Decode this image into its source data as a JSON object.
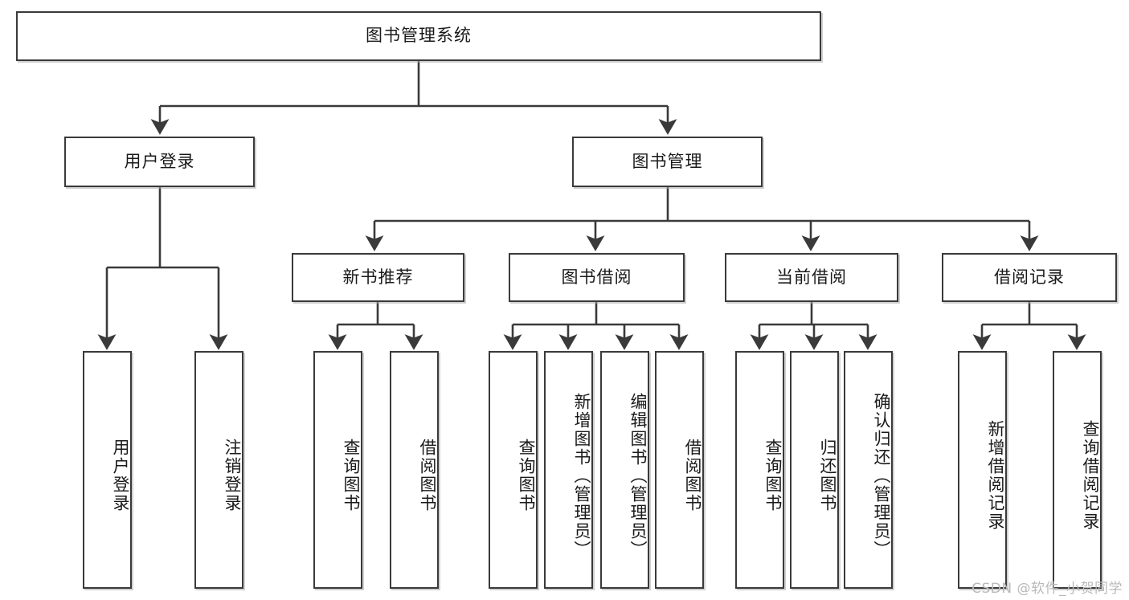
{
  "diagram": {
    "title": "图书管理系统",
    "type": "tree-hierarchy-chart",
    "root": {
      "label": "图书管理系统"
    },
    "level2": [
      {
        "id": "user-login",
        "label": "用户登录"
      },
      {
        "id": "book-management",
        "label": "图书管理"
      }
    ],
    "level3": [
      {
        "id": "new-book-recommend",
        "label": "新书推荐",
        "parent": "book-management"
      },
      {
        "id": "book-borrow",
        "label": "图书借阅",
        "parent": "book-management"
      },
      {
        "id": "current-borrow",
        "label": "当前借阅",
        "parent": "book-management"
      },
      {
        "id": "borrow-record",
        "label": "借阅记录",
        "parent": "book-management"
      }
    ],
    "leaves": [
      {
        "id": "leaf-user-login",
        "label": "用户登录",
        "parent": "user-login"
      },
      {
        "id": "leaf-logout-login",
        "label": "注销登录",
        "parent": "user-login"
      },
      {
        "id": "leaf-query-book-1",
        "label": "查询图书",
        "parent": "new-book-recommend"
      },
      {
        "id": "leaf-borrow-book-1",
        "label": "借阅图书",
        "parent": "new-book-recommend"
      },
      {
        "id": "leaf-query-book-2",
        "label": "查询图书",
        "parent": "book-borrow"
      },
      {
        "id": "leaf-add-book",
        "label": "新增图书（管理员）",
        "parent": "book-borrow"
      },
      {
        "id": "leaf-edit-book",
        "label": "编辑图书（管理员）",
        "parent": "book-borrow"
      },
      {
        "id": "leaf-borrow-book-2",
        "label": "借阅图书",
        "parent": "book-borrow"
      },
      {
        "id": "leaf-query-book-3",
        "label": "查询图书",
        "parent": "current-borrow"
      },
      {
        "id": "leaf-return-book",
        "label": "归还图书",
        "parent": "current-borrow"
      },
      {
        "id": "leaf-confirm-return",
        "label": "确认归还（管理员）",
        "parent": "current-borrow"
      },
      {
        "id": "leaf-add-borrow-record",
        "label": "新增借阅记录",
        "parent": "borrow-record"
      },
      {
        "id": "leaf-query-borrow-record",
        "label": "查询借阅记录",
        "parent": "borrow-record"
      }
    ],
    "watermark": "CSDN @软件_小贺同学",
    "colors": {
      "stroke": "#3a3a3a",
      "fill": "#ffffff",
      "text": "#1a1a1a",
      "watermark": "#b9b9b9"
    }
  }
}
